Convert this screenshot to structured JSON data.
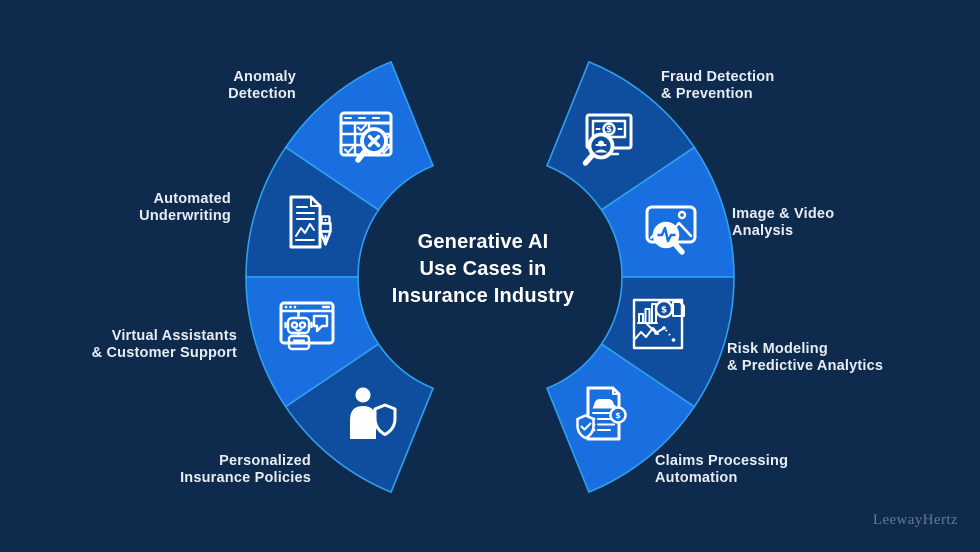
{
  "title": {
    "line1": "Generative AI",
    "line2": "Use Cases in",
    "line3": "Insurance Industry"
  },
  "watermark": "LeewayHertz",
  "glyphs": {
    "dollar": "$"
  },
  "colors": {
    "background": "#0E2A4C",
    "segment_bright": "#1A6FE0",
    "segment_dark": "#0F4E9E",
    "segment_stroke": "#2F9FF0",
    "label_text": "#E8EDF5",
    "title_text": "#FFFFFF",
    "icon": "#FFFFFF",
    "watermark_text": "#64769B"
  },
  "segments": [
    {
      "id": "anomaly-detection",
      "label_line1": "Anomaly",
      "label_line2": "Detection",
      "icon": "spreadsheet-magnifier-x-icon",
      "color": "#1A6FE0"
    },
    {
      "id": "automated-underwriting",
      "label_line1": "Automated",
      "label_line2": "Underwriting",
      "icon": "document-pen-icon",
      "color": "#0F4E9E"
    },
    {
      "id": "virtual-assistants",
      "label_line1": "Virtual Assistants",
      "label_line2": "& Customer Support",
      "icon": "chatbot-robot-icon",
      "color": "#1A6FE0"
    },
    {
      "id": "personalized-policies",
      "label_line1": "Personalized",
      "label_line2": "Insurance Policies",
      "icon": "person-shield-icon",
      "color": "#0F4E9E"
    },
    {
      "id": "fraud-detection",
      "label_line1": "Fraud Detection",
      "label_line2": "& Prevention",
      "icon": "monitor-money-magnifier-icon",
      "color": "#0F4E9E"
    },
    {
      "id": "image-video-analysis",
      "label_line1": "Image & Video",
      "label_line2": "Analysis",
      "icon": "photo-magnifier-pulse-icon",
      "color": "#1A6FE0"
    },
    {
      "id": "risk-modeling",
      "label_line1": "Risk Modeling",
      "label_line2": "& Predictive Analytics",
      "icon": "chart-coin-document-icon",
      "color": "#0F4E9E"
    },
    {
      "id": "claims-processing",
      "label_line1": "Claims Processing",
      "label_line2": "Automation",
      "icon": "claim-document-car-icon",
      "color": "#1A6FE0"
    }
  ]
}
